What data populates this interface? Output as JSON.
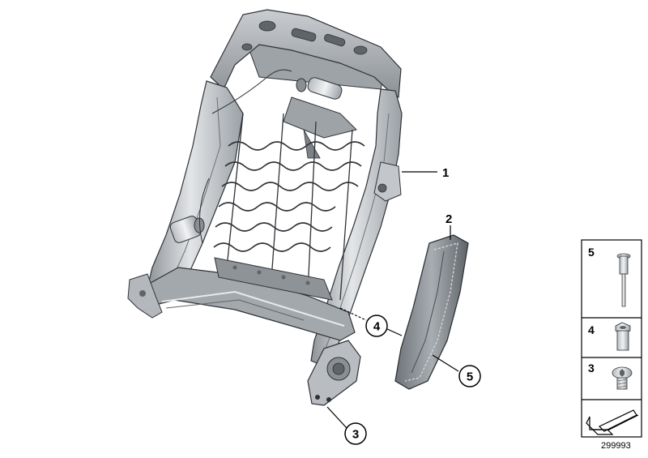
{
  "callouts": {
    "c1": "1",
    "c2": "2",
    "c3": "3",
    "c4": "4",
    "c5": "5"
  },
  "legend": {
    "row5": "5",
    "row4": "4",
    "row3": "3"
  },
  "diagram_id": "299993",
  "colors": {
    "frame_light": "#d6d8da",
    "frame_mid": "#a9adb1",
    "frame_dark": "#6d7277",
    "outline": "#2f3236",
    "airbag_fill": "#8b9095"
  },
  "icons": {
    "frame": "seat-backrest-frame",
    "airbag": "side-airbag-module",
    "rivet": "blind-rivet-icon",
    "rivet_nut": "rivet-nut-icon",
    "screw": "torx-screw-icon",
    "arrow": "arrow-indicator-icon"
  }
}
